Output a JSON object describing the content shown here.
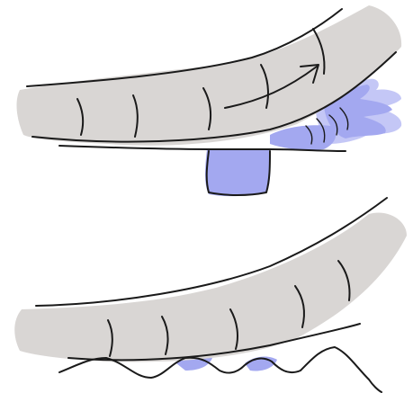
{
  "colors": {
    "background": "#ffffff",
    "tire_fill": "#d9d6d4",
    "water": "#a3a8f0",
    "water_light": "#c4c7f6",
    "ink": "#1a1a1a"
  },
  "panels": [
    {
      "id": "top",
      "subject": "tire-rolling-over-flat-road-pushing-water"
    },
    {
      "id": "bottom",
      "subject": "tire-on-textured-road-with-pockets-of-water"
    }
  ],
  "icons": {
    "rotation_arrow": "arrow-right-icon"
  }
}
